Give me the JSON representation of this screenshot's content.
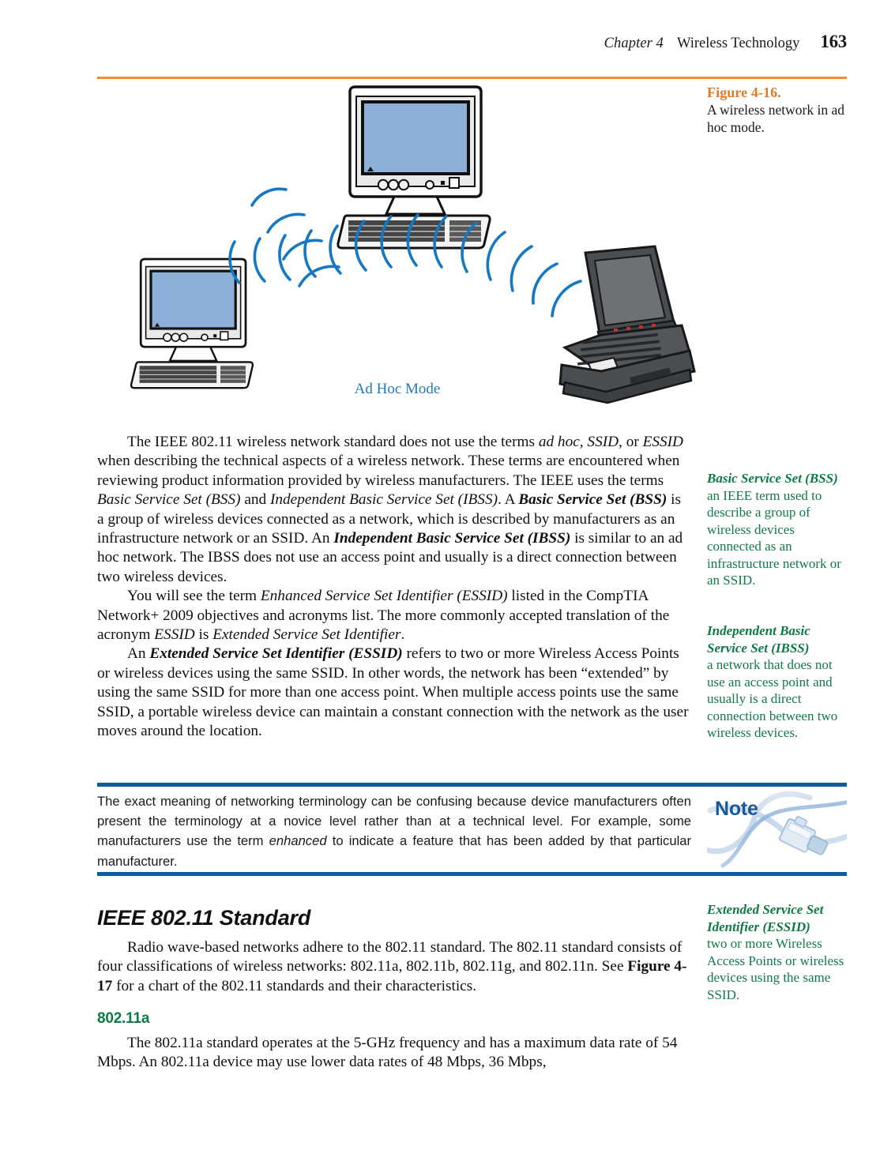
{
  "header": {
    "chapter": "Chapter 4",
    "title": "Wireless Technology",
    "page_number": "163"
  },
  "figure": {
    "number": "Figure 4-16.",
    "description": "A wireless network in ad hoc mode.",
    "diagram_label": "Ad Hoc Mode",
    "devices": [
      "desktop-computer-top",
      "desktop-computer-left",
      "laptop-computer-right"
    ],
    "signal": "blue wireless arcs between devices"
  },
  "body": {
    "p1": {
      "part1": "The IEEE 802.11 wireless network standard does not use the terms ",
      "i1": "ad hoc,",
      "i2": "SSID,",
      "part2": " or ",
      "i3": "ESSID",
      "part3": " when describing the technical aspects of a wireless network. These terms are encountered when reviewing product information provided by wireless manufacturers. The IEEE uses the terms ",
      "i4": "Basic Service Set (BSS)",
      "part4": " and ",
      "i5": "Independent Basic Service Set (IBSS)",
      "part5": ". A ",
      "b1": "Basic Service Set (BSS)",
      "part6": " is a group of wireless devices connected as a network, which is described by manufacturers as an infrastructure network or an SSID. An ",
      "b2": "Independent Basic Service Set (IBSS)",
      "part7": " is similar to an ad hoc network. The IBSS does not use an access point and usually is a direct connection between two wireless devices."
    },
    "p2": {
      "part1": "You will see the term ",
      "i1": "Enhanced Service Set Identifier (ESSID)",
      "part2": " listed in the CompTIA Network+ 2009 objectives and acronyms list. The more commonly accepted translation of the acronym ",
      "i2": "ESSID",
      "part3": " is ",
      "i3": "Extended Service Set Identifier",
      "part4": "."
    },
    "p3": {
      "part1": "An ",
      "b1": "Extended Service Set Identifier (ESSID)",
      "part2": " refers to two or more Wireless Access Points or wireless devices using the same SSID. In other words, the network has been “extended” by using the same SSID for more than one access point. When multiple access points use the same SSID, a portable wireless device can maintain a constant connection with the network as the user moves around the location."
    }
  },
  "glossary": [
    {
      "term": "Basic Service Set (BSS)",
      "definition": "an IEEE term used to describe a group of wireless devices connected as an infrastructure network or an SSID."
    },
    {
      "term": "Independent Basic Service Set (IBSS)",
      "definition": "a network that does not use an access point and usually is a direct connection between two wireless devices."
    },
    {
      "term": "Extended Service Set Identifier (ESSID)",
      "definition": "two or more Wireless Access Points or wireless devices using the same SSID."
    }
  ],
  "note": {
    "badge_label": "Note",
    "text_part1": "The exact meaning of networking terminology can be confusing because device manufacturers often present the terminology at a novice level rather than at a technical level. For example, some manufacturers use the term ",
    "text_italic": "enhanced",
    "text_part2": " to indicate a feature that has been added by that particular manufacturer."
  },
  "section": {
    "heading": "IEEE 802.11 Standard",
    "paragraph": {
      "part1": "Radio wave-based networks adhere to the 802.11 standard. The 802.11 standard consists of four classifications of wireless networks: 802.11a, 802.11b, 802.11g, and 802.11n. See ",
      "bold": "Figure 4-17",
      "part2": " for a chart of the 802.11 standards and their characteristics."
    },
    "subheading": "802.11a",
    "sub_paragraph": "The 802.11a standard operates at the 5-GHz frequency and has a maximum data rate of 54 Mbps. An 802.11a device may use lower data rates of 48 Mbps, 36 Mbps,"
  },
  "colors": {
    "orange_rule": "#F28A2E",
    "figure_number": "#E07A26",
    "blue_rule": "#0E5C9E",
    "note_label": "#17599C",
    "glossary_green": "#12794A",
    "subheading_green": "#0E7A45",
    "diagram_label_blue": "#2379BE",
    "screen_blue": "#8DB0D9"
  }
}
